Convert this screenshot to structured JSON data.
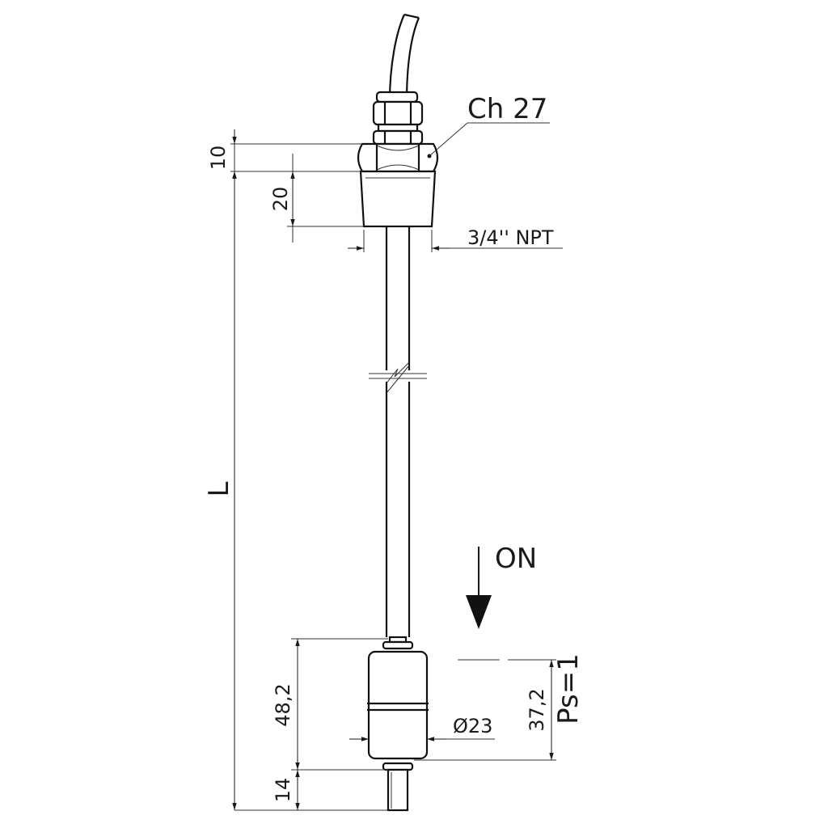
{
  "labels": {
    "hex_size": "Ch 27",
    "thread": "3/4'' NPT",
    "switch_state": "ON",
    "dim_nut": "10",
    "dim_thread": "20",
    "dim_length": "L",
    "dim_float_body": "48,2",
    "dim_stem": "14",
    "dim_diameter": "Ø23",
    "dim_switch_point": "37,2",
    "ps_label": "Ps=1"
  }
}
